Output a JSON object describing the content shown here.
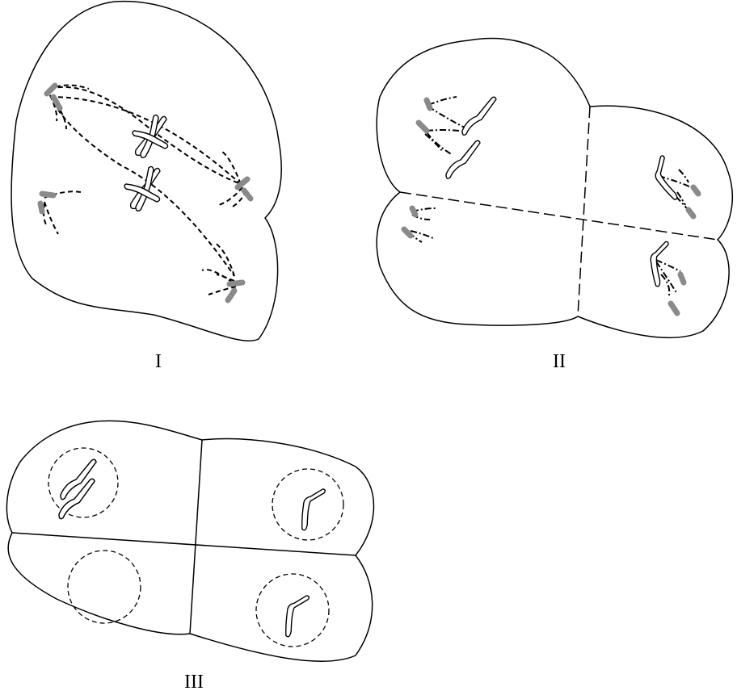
{
  "stages": [
    {
      "label": "I"
    },
    {
      "label": "II"
    },
    {
      "label": "III"
    }
  ]
}
